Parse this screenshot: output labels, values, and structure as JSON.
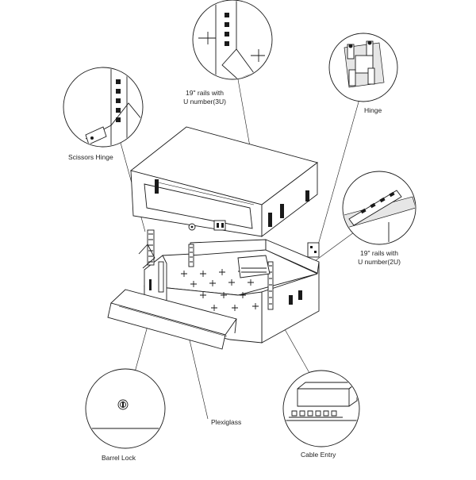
{
  "labels": {
    "rails_3u": [
      "19\" rails with",
      "U number(3U)"
    ],
    "hinge": "Hinge",
    "scissors_hinge": "Scissors Hinge",
    "rails_2u": [
      "19\" rails with",
      "U number(2U)"
    ],
    "plexiglass": "Plexiglass",
    "barrel_lock": "Barrel Lock",
    "cable_entry": "Cable Entry"
  }
}
